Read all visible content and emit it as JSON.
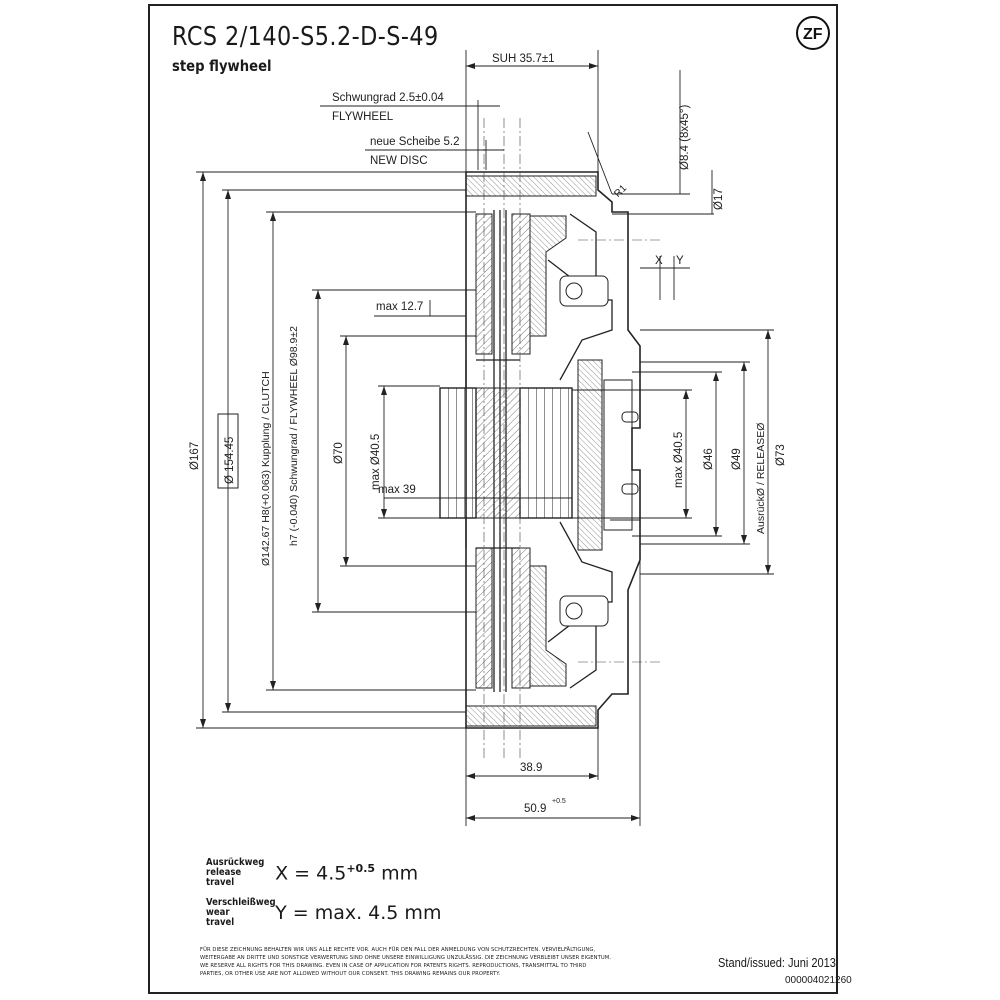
{
  "title": "RCS 2/140-S5.2-D-S-49",
  "subtitle": "step flywheel",
  "logo_text": "ZF",
  "dimensions": {
    "suh": "SUH 35.7±1",
    "schwungrad": "Schwungrad 2.5±0.04",
    "flywheel": "FLYWHEEL",
    "neue_scheibe": "neue Scheibe 5.2",
    "new_disc": "NEW DISC",
    "holes": "Ø8.4 (8x45°)",
    "r1": "R1",
    "d17": "Ø17",
    "x_label": "X",
    "y_label": "Y",
    "max127": "max 12.7",
    "max39": "max 39",
    "d167": "Ø167",
    "d15445": "Ø 154.45",
    "d14267": "Ø142.67 H8(+0.063) Kupplung / CLUTCH",
    "d989": "h7 (-0.040) Schwungrad / FLYWHEEL Ø98.9±2",
    "d70": "Ø70",
    "d405_left": "max Ø40.5",
    "d405_right": "max Ø40.5",
    "d46": "Ø46",
    "d49": "Ø49",
    "release": "AusrückØ / RELEASEØ",
    "d73": "Ø73",
    "w389": "38.9",
    "w509": "50.9",
    "w509_tol": "+0.5"
  },
  "specs": {
    "release_de": "Ausrückweg",
    "release_en": "release travel",
    "release_eq": "X = 4.5",
    "release_tol": "+0.5",
    "release_unit": "mm",
    "wear_de": "Verschleißweg",
    "wear_en": "wear travel",
    "wear_eq": "Y = max. 4.5 mm"
  },
  "legal": {
    "line1": "FÜR DIESE ZEICHNUNG BEHALTEN WIR UNS ALLE RECHTE VOR. AUCH FÜR DEN FALL DER ANMELDUNG VON SCHUTZRECHTEN. VERVIELFÄLTIGUNG,",
    "line2": "WEITERGABE AN DRITTE UND SONSTIGE VERWERTUNG SIND OHNE UNSERE EINWILLIGUNG UNZULÄSSIG. DIE ZEICHNUNG VERBLEIBT UNSER EIGENTUM.",
    "line3": "WE RESERVE ALL RIGHTS FOR THIS DRAWING. EVEN IN CASE OF APPLICATION FOR PATENTS RIGHTS. REPRODUCTIONS, TRANSMITTAL TO THIRD",
    "line4": "PARTIES, OR OTHER USE ARE NOT ALLOWED WITHOUT OUR CONSENT. THIS DRAWING REMAINS OUR PROPERTY."
  },
  "stand": "Stand/issued: Juni 2013",
  "doc_number": "000004021260"
}
